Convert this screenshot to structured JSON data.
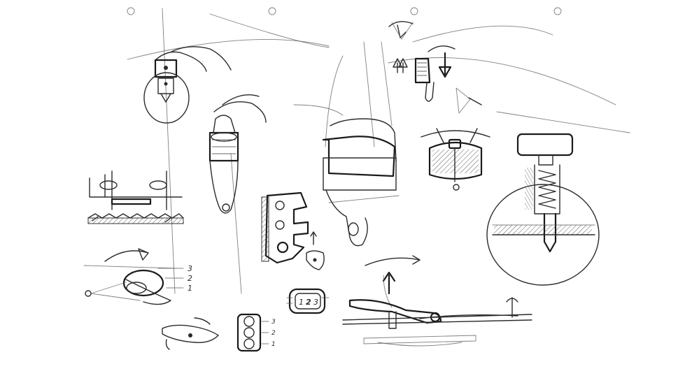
{
  "sheet": {
    "background": "#ffffff",
    "ink_color": "#2b2b2b"
  },
  "labels": {
    "left_stack": [
      "3",
      "2",
      "1"
    ],
    "bottom_stack": [
      "3",
      "2",
      "1"
    ],
    "knob_digits": [
      "1",
      "2",
      "3"
    ]
  }
}
